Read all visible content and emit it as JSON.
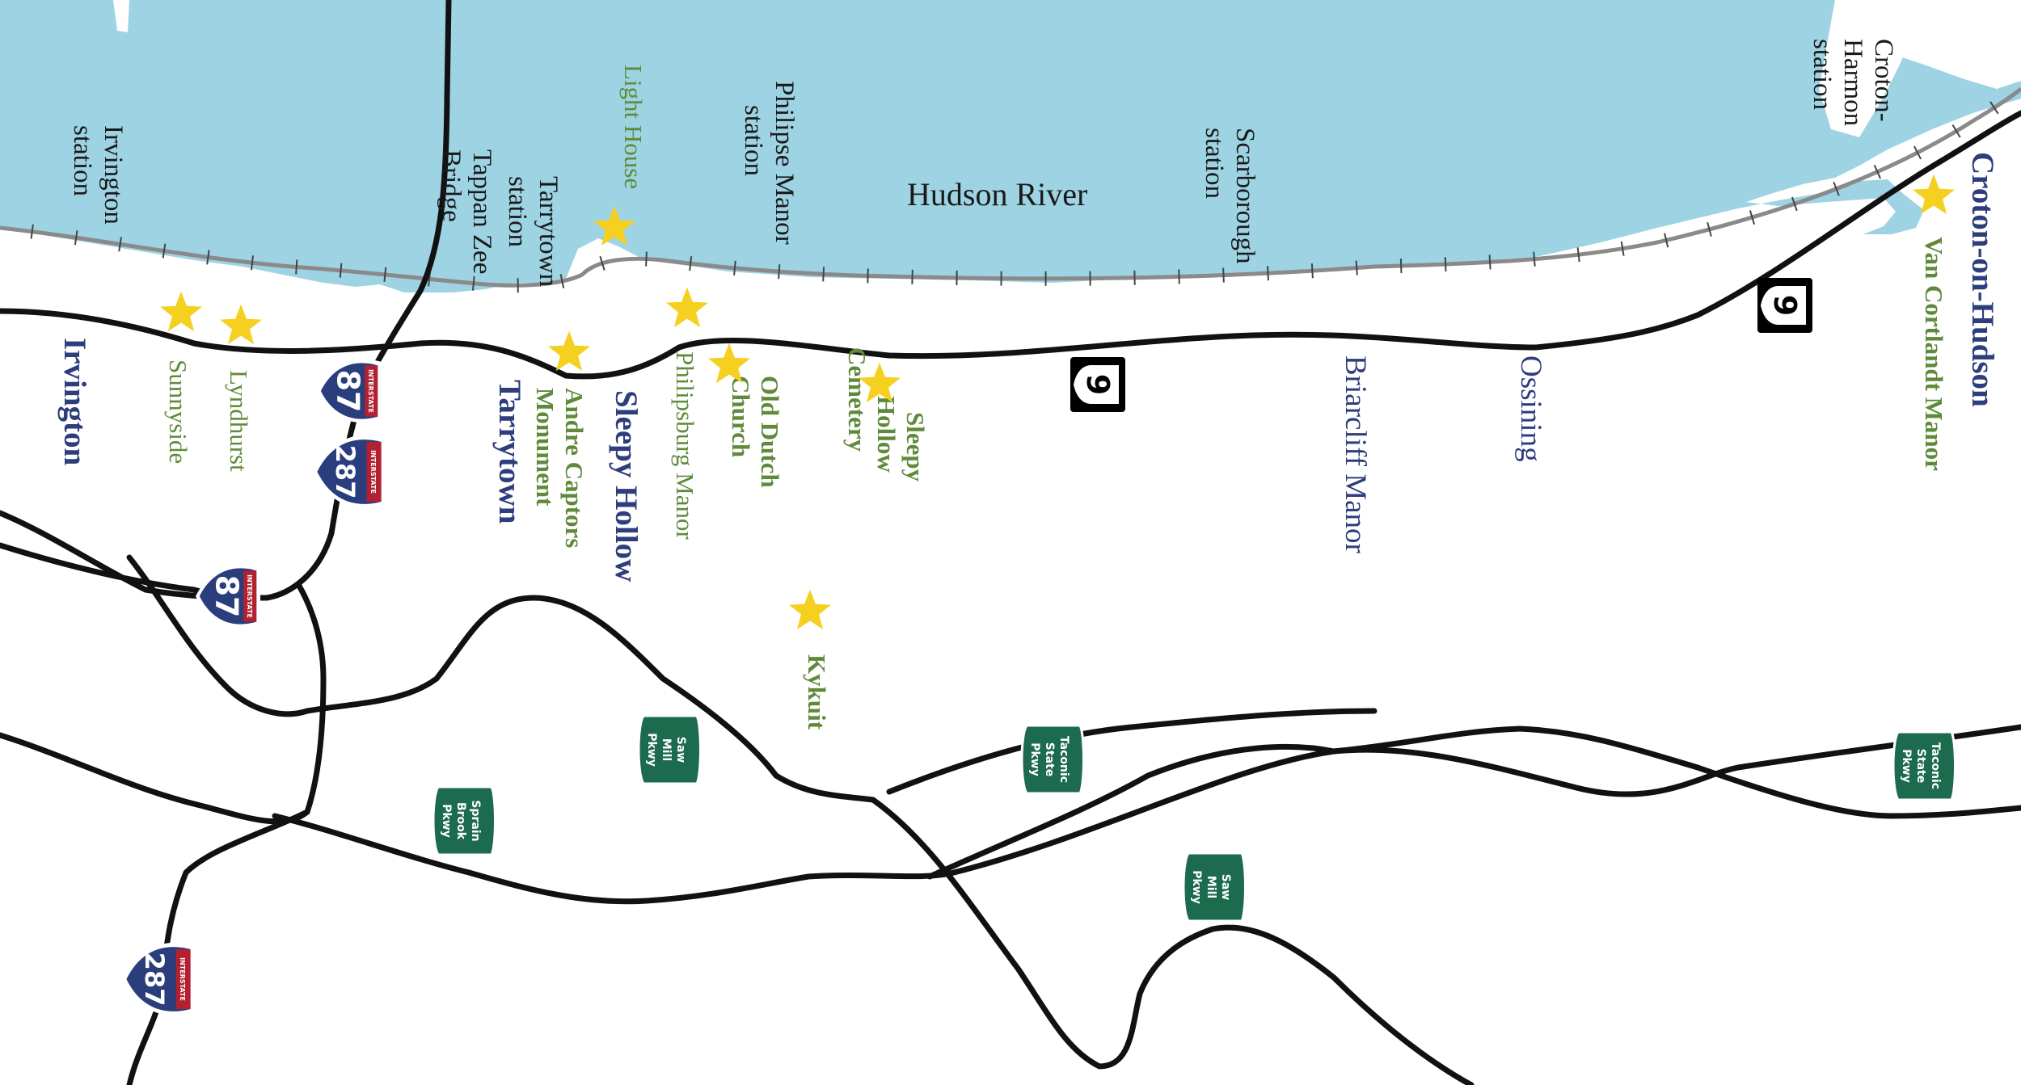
{
  "map": {
    "water": {
      "label": "Hudson River"
    },
    "stations": [
      {
        "id": "irvington",
        "lines": [
          "Irvington",
          "station"
        ]
      },
      {
        "id": "tarrytown",
        "lines": [
          "Tarrytown",
          "station"
        ]
      },
      {
        "id": "philipse-manor",
        "lines": [
          "Philipse Manor",
          "station"
        ]
      },
      {
        "id": "scarborough",
        "lines": [
          "Scarborough",
          "station"
        ]
      },
      {
        "id": "croton-harmon",
        "lines": [
          "Croton-",
          "Harmon",
          "station"
        ]
      }
    ],
    "bridge": {
      "lines": [
        "Tappan Zee",
        "Bridge"
      ]
    },
    "towns": [
      {
        "id": "irvington",
        "label": "Irvington",
        "bold": true
      },
      {
        "id": "tarrytown",
        "label": "Tarrytown",
        "bold": true
      },
      {
        "id": "sleepy-hollow",
        "label": "Sleepy Hollow",
        "bold": true
      },
      {
        "id": "briarcliff-manor",
        "label": "Briarcliff Manor",
        "bold": false
      },
      {
        "id": "ossining",
        "label": "Ossining",
        "bold": false
      },
      {
        "id": "croton-on-hudson",
        "label": "Croton-on-Hudson",
        "bold": true
      }
    ],
    "sites": [
      {
        "id": "light-house",
        "lines": [
          "Light House"
        ]
      },
      {
        "id": "sunnyside",
        "lines": [
          "Sunnyside"
        ]
      },
      {
        "id": "lyndhurst",
        "lines": [
          "Lyndhurst"
        ]
      },
      {
        "id": "andre-captors",
        "lines": [
          "Andre Captors",
          "Monument"
        ]
      },
      {
        "id": "philipsburg-manor",
        "lines": [
          "Philipsburg Manor"
        ]
      },
      {
        "id": "old-dutch-church",
        "lines": [
          "Old Dutch",
          "Church"
        ]
      },
      {
        "id": "sleepy-hollow-cemetery",
        "lines": [
          "Sleepy",
          "Hollow",
          "Cemetery"
        ]
      },
      {
        "id": "kykuit",
        "lines": [
          "Kykuit"
        ]
      },
      {
        "id": "van-cortlandt-manor",
        "lines": [
          "Van Cortlandt Manor"
        ]
      }
    ],
    "shields": {
      "interstate_top": "INTERSTATE",
      "i87": "87",
      "i287": "287",
      "us9": "9",
      "saw_mill": [
        "Saw",
        "Mill",
        "Pkwy"
      ],
      "sprain_brook": [
        "Sprain",
        "Brook",
        "Pkwy"
      ],
      "taconic": [
        "Taconic",
        "State",
        "Pkwy"
      ]
    },
    "colors": {
      "water": "#9dd3e3",
      "town": "#2e3d7c",
      "site": "#5f8a3a",
      "star": "#f5d020",
      "parkway_shield": "#1d6b4f",
      "interstate_blue": "#2a3d7c",
      "interstate_red": "#b32030"
    }
  }
}
